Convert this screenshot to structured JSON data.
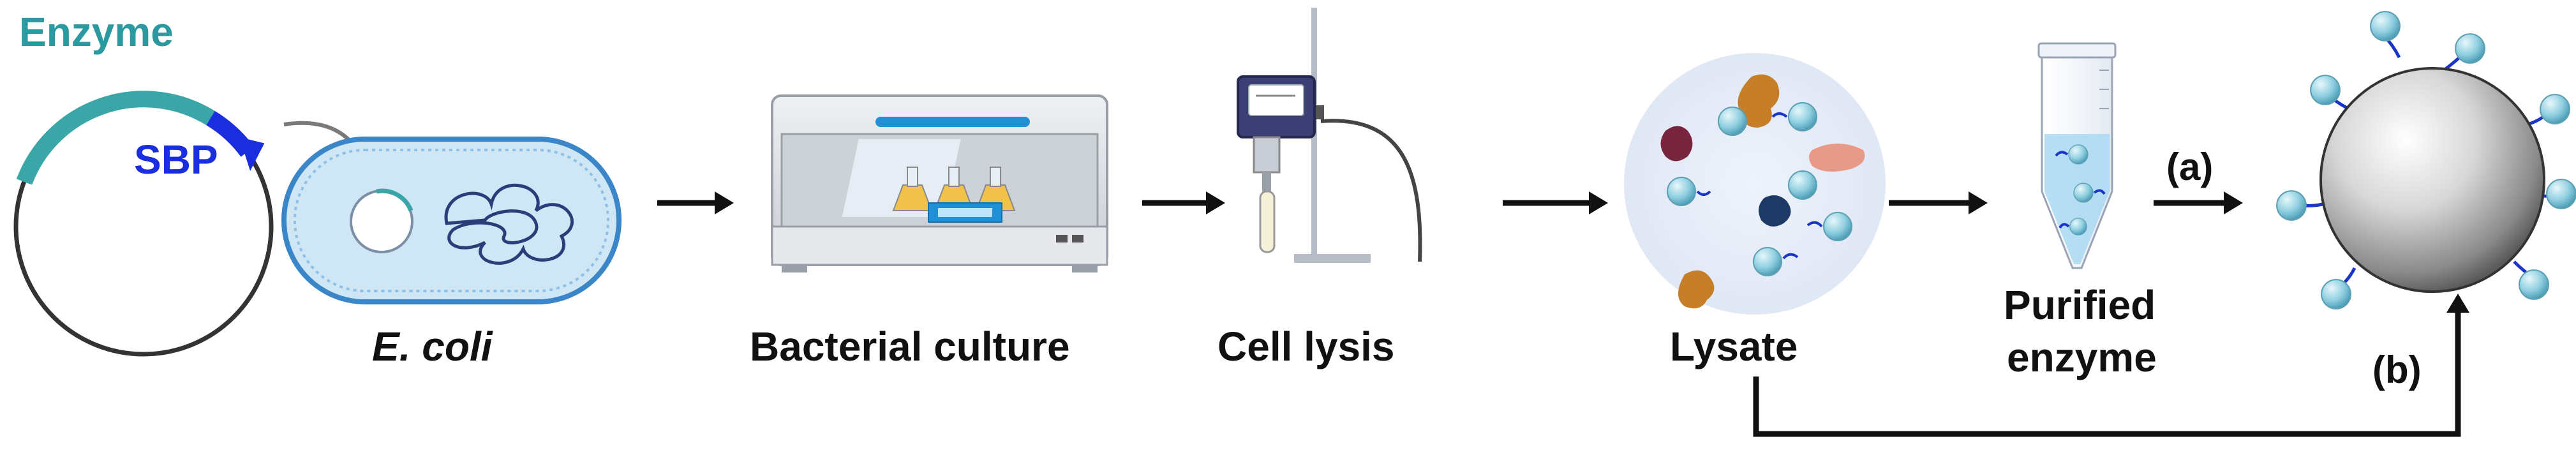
{
  "labels": {
    "enzyme_gene": "Enzyme",
    "sbp_gene": "SBP",
    "ecoli": "E. coli",
    "culture": "Bacterial culture",
    "lysis": "Cell lysis",
    "lysate": "Lysate",
    "purified_line1": "Purified",
    "purified_line2": "enzyme",
    "route_a": "(a)",
    "route_b": "(b)"
  },
  "colors": {
    "enzyme_teal": "#3aa6a8",
    "sbp_blue": "#1a2ee0",
    "capsule_fill": "#cfe6f5",
    "capsule_edge": "#3a86c8",
    "bead_fill": "#8fcfe0",
    "linker_blue": "#1a35c8",
    "sphere_dark": "#555555",
    "incubator_body": "#d6d8dc",
    "incubator_accent": "#1f8fd6",
    "sonicator_body": "#3b3f74",
    "orange_protein": "#c67f28",
    "maroon_protein": "#7a2540",
    "navy_protein": "#1d3a66",
    "pink_protein": "#e79a88",
    "arrow_black": "#111111"
  },
  "icons": [
    "plasmid-icon",
    "ecoli-cell-icon",
    "incubator-icon",
    "sonicator-icon",
    "lysate-icon",
    "tube-icon",
    "carrier-bead-icon"
  ]
}
